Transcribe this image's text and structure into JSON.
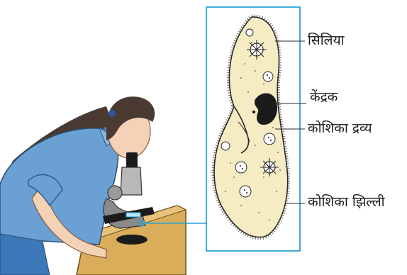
{
  "labels": {
    "cilia": "सिलिया",
    "nucleus": "केंद्रक",
    "cytoplasm": "कोशिका द्रव्य",
    "cell_membrane": "कोशिका झिल्ली"
  },
  "colors": {
    "frame": "#2aa3d8",
    "cell_fill": "#f6ecc4",
    "nucleus": "#1b1b1b",
    "shirt": "#6aa0d4",
    "hair": "#4a3a32",
    "skin": "#f3d2b8",
    "table": "#d9ad5a",
    "microscope": "#8a8a8a"
  }
}
